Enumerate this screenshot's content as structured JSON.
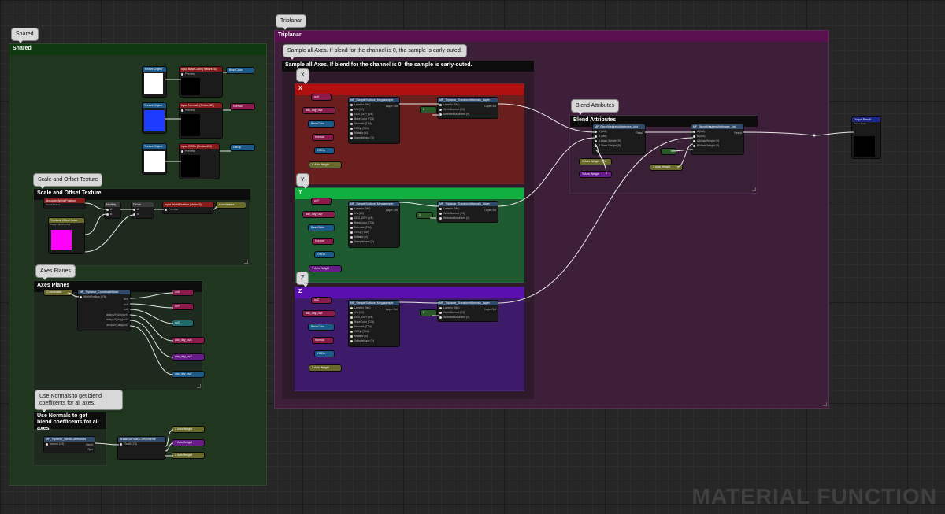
{
  "shared": {
    "bubble": "Shared",
    "title": "Shared"
  },
  "triplanar": {
    "bubble": "Triplanar",
    "title": "Triplanar"
  },
  "sample_all": {
    "bubble": "Sample all Axes. If blend for the channel is 0, the sample is early-outed.",
    "title": "Sample all Axes. If blend for the channel is 0, the sample is early-outed."
  },
  "axes": {
    "x": {
      "bubble": "X",
      "title": "X"
    },
    "y": {
      "bubble": "Y",
      "title": "Y"
    },
    "z": {
      "bubble": "Z",
      "title": "Z"
    }
  },
  "blend": {
    "bubble": "Blend Attributes",
    "title": "Blend Attributes"
  },
  "scale_offset": {
    "bubble": "Scale and Offset Texture",
    "title": "Scale and Offset Texture"
  },
  "axes_planes": {
    "bubble": "Axes Planes",
    "title": "Axes Planes"
  },
  "use_normals": {
    "bubble": "Use Normals to get blend coefficents for all axes.",
    "title": "Use Normals to get blend coefficents for all axes."
  },
  "tex_inputs": [
    {
      "obj": "Texture Object",
      "input": "Input BaseColor (Texture2D)",
      "preview": "Preview",
      "out": "BaseColor"
    },
    {
      "obj": "Texture Object",
      "input": "Input Normals (Texture2D)",
      "preview": "Preview",
      "out": "Normal"
    },
    {
      "obj": "Texture Object",
      "input": "Input ORDp (Texture2D)",
      "preview": "Preview",
      "out": "ORDp"
    }
  ],
  "scale_nodes": {
    "absolute": "Absolute World Position",
    "absolute_sub": "Vector3 Value",
    "scalar_param": "Triplanar Offset Scale",
    "scalar_sub": "Param (2) (0,0,0,0)",
    "mul": "Multiply",
    "div": "Divide",
    "input_wp": "Input WorldPosition (Vector3)",
    "input_wp_preview": "Preview",
    "wp_out": "Coordinates"
  },
  "axes_nodes": {
    "coord": "Coordinates",
    "func": "MF_Triplanar_CoordinateNode",
    "func_pin": "WorldPosition (V3)",
    "outs": [
      "uvX",
      "uvY",
      "uvZ",
      "ddx(uvX),ddy(uvX)",
      "ddx(uvY),ddy(uvY)",
      "ddx(uvZ),ddy(uvZ)"
    ],
    "chips": [
      "uvX",
      "uvY",
      "uvZ",
      "ddx_ddy_uvX",
      "ddx_ddy_uvY",
      "ddx_ddy_uvZ"
    ]
  },
  "normals_nodes": {
    "func": "MF_Triplanar_BlendCoefficients",
    "pin": "Normal (V3)",
    "out1": "Blend",
    "out2": "Sign",
    "break": "BreakOutFloat3Components",
    "break_pin": "Float3 (V3)",
    "chips": [
      "X Axis Weight",
      "Y Axis Weight",
      "Z Axis Weight"
    ]
  },
  "sample_node": {
    "title": "MF_SampleSurface_Megasample",
    "pins": [
      "Layer In (MA)",
      "UV (V2)",
      "DDX_DDY (V4)",
      "BaseColor (T2d)",
      "Normals (T2d)",
      "ORDp (T2d)",
      "Metallic (V)",
      "SampleMask (V)"
    ],
    "out": "Layer Out"
  },
  "transform_node": {
    "title": "MF_Triplanar_TransformNormals_Layer",
    "pins": [
      "Layer In (MA)",
      "WorldNormal (V3)",
      "SelectedAxisIndex (V)"
    ],
    "out": "Layer Out"
  },
  "axis_chips": {
    "x": {
      "uv": "uvX",
      "dd": "ddx_ddy_uvX",
      "bc": "BaseColor",
      "n": "Normal",
      "o": "ORDp",
      "w": "X Axis Weight",
      "idx": "0"
    },
    "y": {
      "uv": "uvY",
      "dd": "ddx_ddy_uvY",
      "bc": "BaseColor",
      "n": "Normal",
      "o": "ORDp",
      "w": "Y Axis Weight",
      "idx": "1"
    },
    "z": {
      "uv": "uvZ",
      "dd": "ddx_ddy_uvZ",
      "bc": "BaseColor",
      "n": "Normal",
      "o": "ORDp",
      "w": "Z Axis Weight",
      "idx": "2"
    }
  },
  "blend_nodes": {
    "n1": "MF_BlendWeightedAttributes_Add",
    "n2": "MF_BlendWeightedAttributes_Add",
    "pins": [
      "A (MA)",
      "B (MA)",
      "A Mask Weight (S)",
      "B Mask Weight (S)"
    ],
    "out": "Result",
    "chips": [
      "X Axis Weight",
      "Y Axis Weight",
      "Z Axis Weight"
    ]
  },
  "output": {
    "title": "Output Result",
    "sub": "Parameters"
  },
  "watermark": "MATERIAL FUNCTION"
}
